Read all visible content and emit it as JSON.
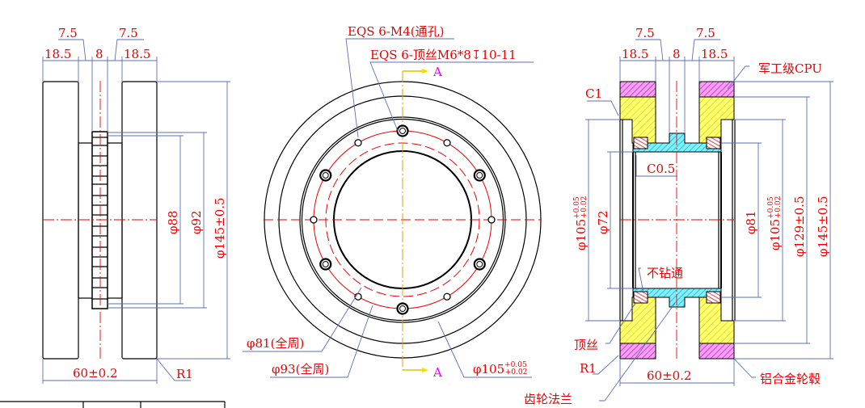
{
  "left_view": {
    "dim_7_5_left": "7.5",
    "dim_7_5_right": "7.5",
    "dim_18_5_left": "18.5",
    "dim_8": "8",
    "dim_18_5_right": "18.5",
    "dim_phi88": "φ88",
    "dim_phi92": "φ92",
    "dim_phi145": "φ145±0.5",
    "dim_width": "60±0.2",
    "radius": "R1"
  },
  "front_view": {
    "note_m4": "EQS 6-M4(通孔)",
    "note_setscrew": "EQS 6-顶丝M6*8↧10-11",
    "section_top": "A",
    "section_bottom": "A",
    "dim_phi81": "φ81(全周)",
    "dim_phi93": "φ93(全周)",
    "dim_phi105": {
      "main": "φ105",
      "upper": "+0.05",
      "lower": "+0.02"
    }
  },
  "section_view": {
    "dim_7_5_left": "7.5",
    "dim_7_5_right": "7.5",
    "dim_18_5_left": "18.5",
    "dim_8": "8",
    "dim_18_5_right": "18.5",
    "label_cpu": "军工级CPU",
    "chamfer_c1": "C1",
    "chamfer_c05": "C0.5",
    "label_no_drill": "不钻通",
    "label_setscrew": "顶丝",
    "radius": "R1",
    "label_gear_flange": "齿轮法兰",
    "label_hub": "铝合金轮毂",
    "dim_width": "60±0.2",
    "dim_phi105_left": {
      "main": "φ105",
      "upper": "+0.05",
      "lower": "+0.02"
    },
    "dim_phi72": "φ72",
    "dim_phi81": "φ81",
    "dim_phi105_right": {
      "main": "φ105",
      "upper": "+0.05",
      "lower": "+0.02"
    },
    "dim_phi129": "φ129±0.5",
    "dim_phi145": "φ145±0.5"
  },
  "colors": {
    "hub": "#ffff00",
    "rim": "#ff00ff",
    "flange": "#00e5ff",
    "dim_text": "#ee0000",
    "dim_line": "#5b6fb5"
  }
}
